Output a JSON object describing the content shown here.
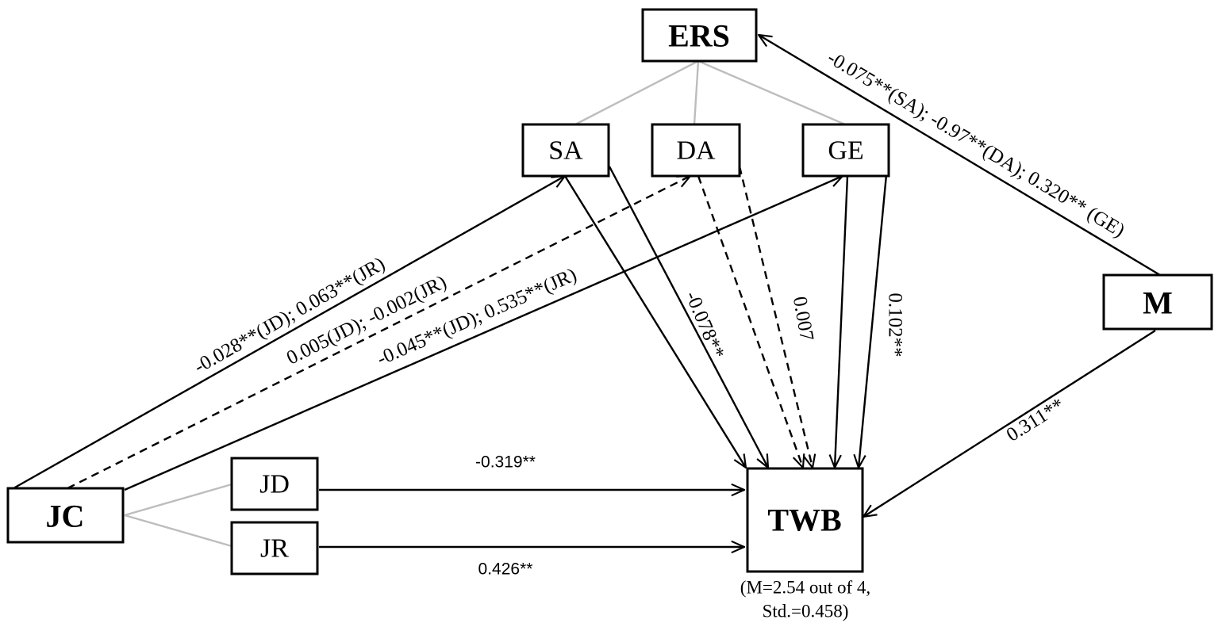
{
  "nodes": {
    "ers": "ERS",
    "sa": "SA",
    "da": "DA",
    "ge": "GE",
    "m": "M",
    "jc": "JC",
    "jd": "JD",
    "jr": "JR",
    "twb": "TWB"
  },
  "twb_note": {
    "line1": "(M=2.54 out of 4,",
    "line2": "Std.=0.458)"
  },
  "paths": {
    "jc_sa": "-0.028**(JD); 0.063**(JR)",
    "jc_da": "0.005(JD); -0.002(JR)",
    "jc_ge": "-0.045**(JD); 0.535**(JR)",
    "m_ers": "-0.075**(SA); -0.97**(DA); 0.320** (GE)",
    "sa_twb": "-0.078**",
    "da_twb": "0.007",
    "ge_twb": "0.102**",
    "m_twb": "0.311**",
    "jd_twb": "-0.319**",
    "jr_twb": "0.426**"
  }
}
